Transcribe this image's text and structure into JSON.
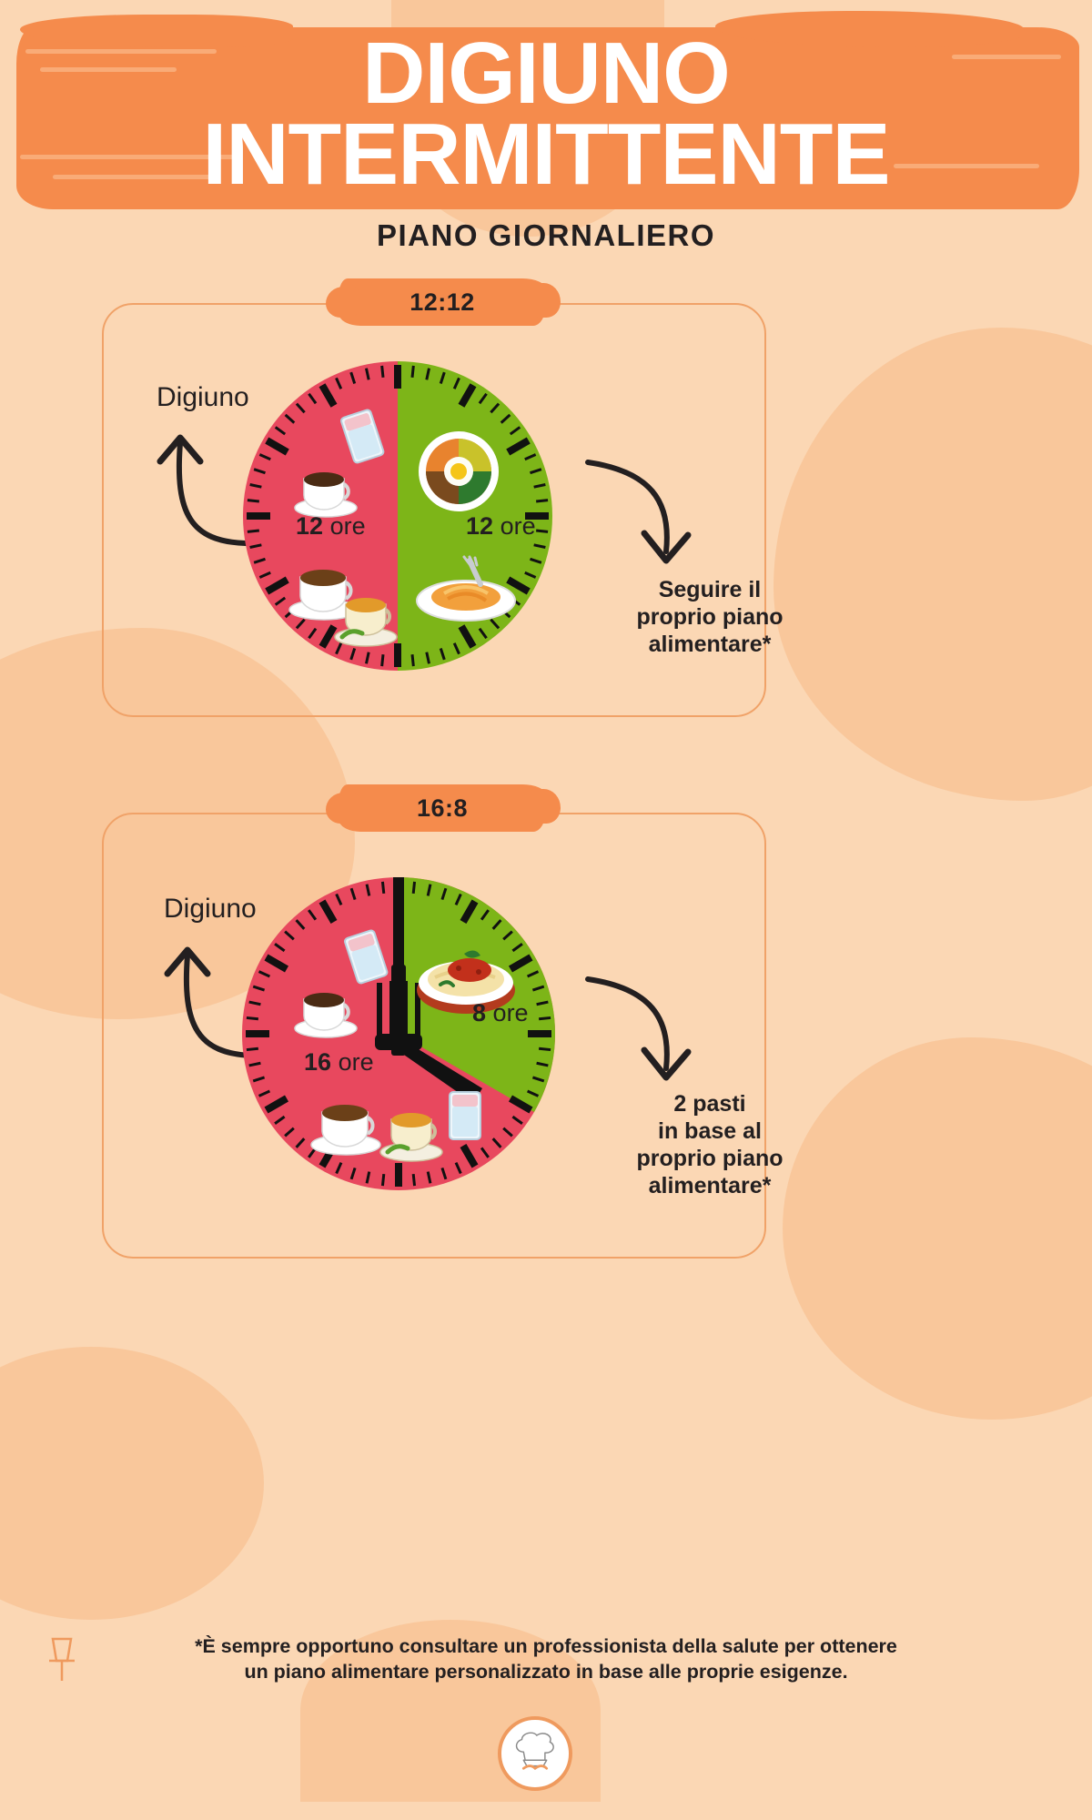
{
  "theme": {
    "background": "#fbd7b4",
    "blob": "#f9c79b",
    "brush_orange": "#f58b4c",
    "panel_border": "#f0a268",
    "fasting_red": "#e8485e",
    "eating_green": "#7db518",
    "text_dark": "#231f20",
    "title_white": "#ffffff"
  },
  "header": {
    "title_line_1": "DIGIUNO",
    "title_line_2": "INTERMITTENTE",
    "subtitle": "PIANO GIORNALIERO"
  },
  "plans": [
    {
      "tag": "12:12",
      "fasting_label": "Digiuno",
      "fasting_hours_value": "12",
      "fasting_hours_unit": "ore",
      "eating_hours_value": "12",
      "eating_hours_unit": "ore",
      "side_text_lines": [
        "Seguire il",
        "proprio piano",
        "alimentare*"
      ],
      "side_text_bold_first": false,
      "fasting_icons": [
        "water-glass-icon",
        "coffee-cup-icon",
        "tea-cup-icon",
        "espresso-cup-icon"
      ],
      "eating_icons": [
        "bibimbap-bowl-icon",
        "spaghetti-plate-icon"
      ],
      "fasting_fraction": 0.5,
      "eating_fraction": 0.5,
      "has_clock_hands": false
    },
    {
      "tag": "16:8",
      "fasting_label": "Digiuno",
      "fasting_hours_value": "16",
      "fasting_hours_unit": "ore",
      "eating_hours_value": "8",
      "eating_hours_unit": "ore",
      "side_text_lines": [
        "2 pasti",
        "in base al",
        "proprio piano",
        "alimentare*"
      ],
      "side_text_bold_first": true,
      "fasting_icons": [
        "water-glass-icon",
        "coffee-cup-icon",
        "tea-cup-icon",
        "water-glass-icon"
      ],
      "eating_icons": [
        "spaghetti-bolognese-icon"
      ],
      "fasting_fraction": 0.6667,
      "eating_fraction": 0.3333,
      "has_clock_hands": true
    }
  ],
  "footer": {
    "note_line_1": "*È sempre opportuno consultare un professionista della salute per ottenere",
    "note_line_2": "un piano alimentare personalizzato in base alle proprie esigenze.",
    "pin_icon": "pushpin-icon",
    "logo_icon": "chef-hat-logo-icon"
  }
}
